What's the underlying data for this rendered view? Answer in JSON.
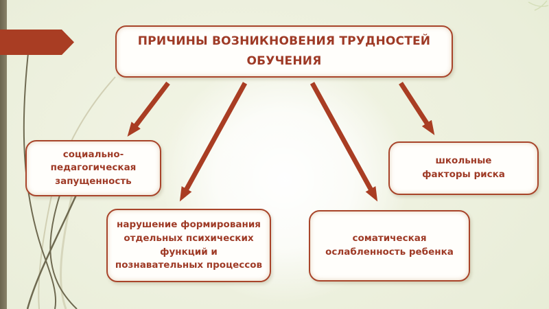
{
  "slide": {
    "title": "ПРИЧИНЫ ВОЗНИКНОВЕНИЯ ТРУДНОСТЕЙ ОБУЧЕНИЯ",
    "causes": [
      {
        "label": "социально-педагогическая запущенность"
      },
      {
        "label": "нарушение формирования отдельных психических функций и познавательных процессов"
      },
      {
        "label": "соматическая ослабленность ребенка"
      },
      {
        "label": "школьные факторы риска"
      }
    ]
  },
  "colors": {
    "accent_red": "#a93d23",
    "box_border": "#a8442a",
    "text_red": "#9e3a26",
    "box_fill": "#fffefb",
    "bar_olive": "#7a745d",
    "vine_dark": "#6e6950",
    "vine_light": "#cbc9ab",
    "bg_green": "#e9eed9"
  }
}
